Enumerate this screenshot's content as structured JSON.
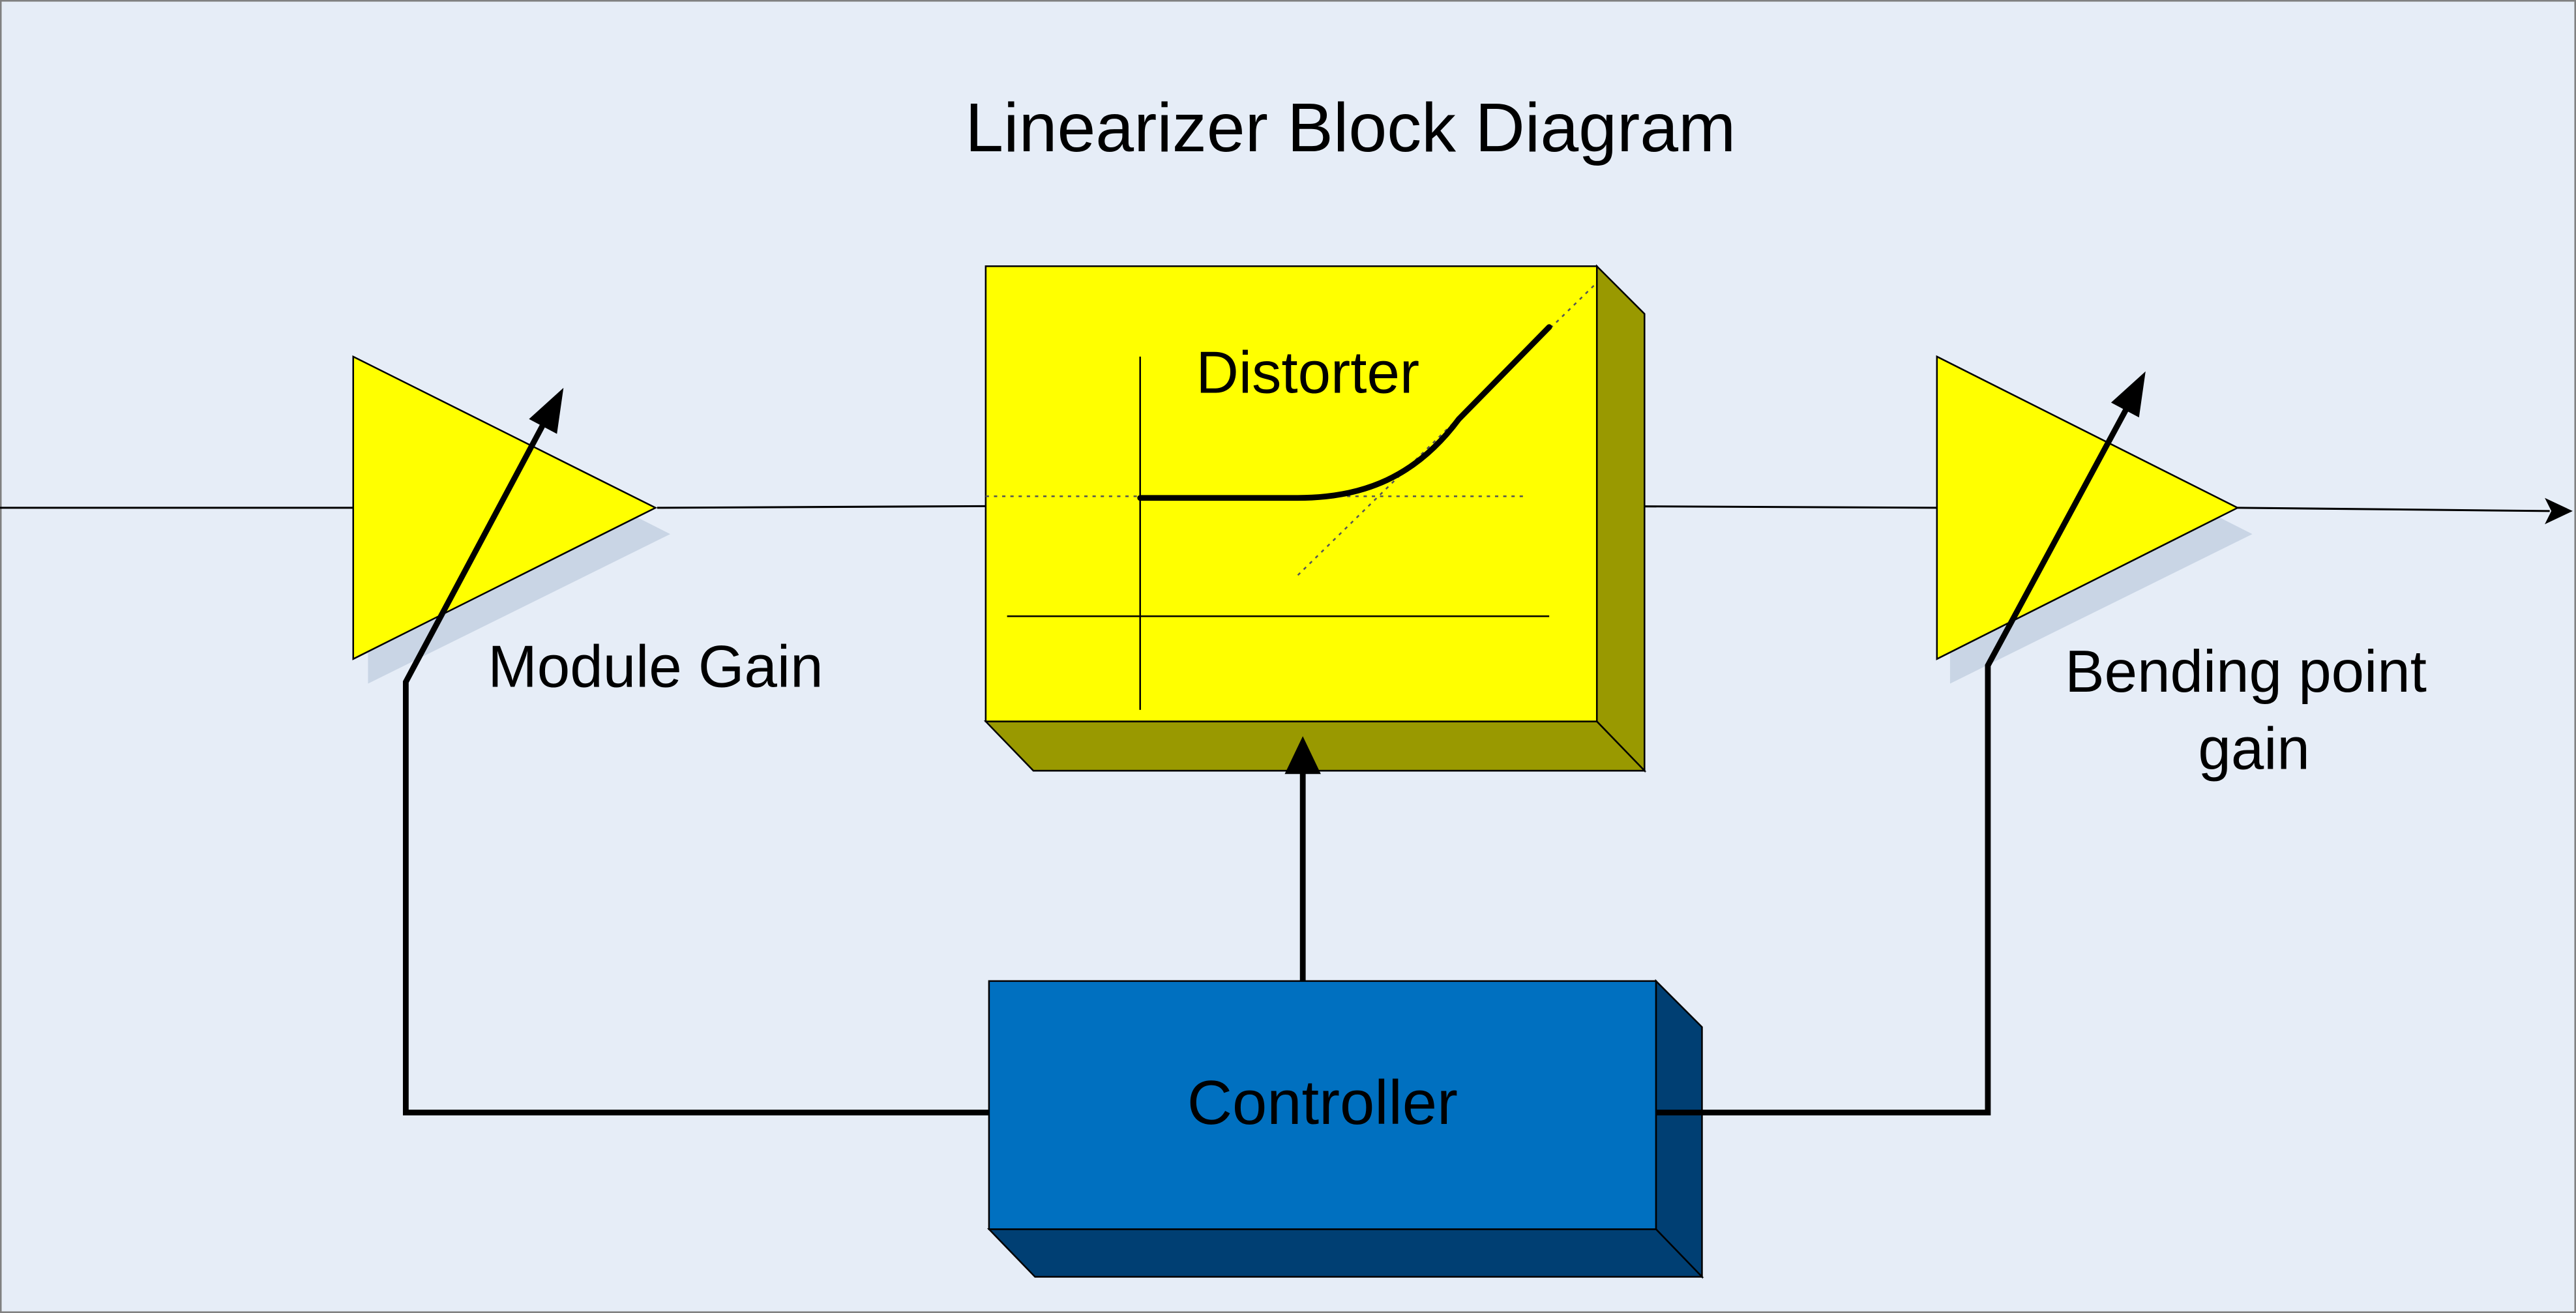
{
  "title": "Linearizer Block Diagram",
  "blocks": {
    "distorter": {
      "label": "Distorter"
    },
    "controller": {
      "label": "Controller"
    }
  },
  "amplifiers": {
    "module_gain": {
      "label": "Module Gain"
    },
    "bending_point_gain": {
      "label_line1": "Bending point",
      "label_line2": "gain"
    }
  },
  "colors": {
    "background": "#E6EDF7",
    "amplifier_fill": "#FFFF00",
    "distorter_front": "#FFFF00",
    "distorter_side": "#999900",
    "controller_front": "#0070C0",
    "controller_side": "#003F73",
    "shadow": "#C9D5E5",
    "line": "#000000"
  }
}
